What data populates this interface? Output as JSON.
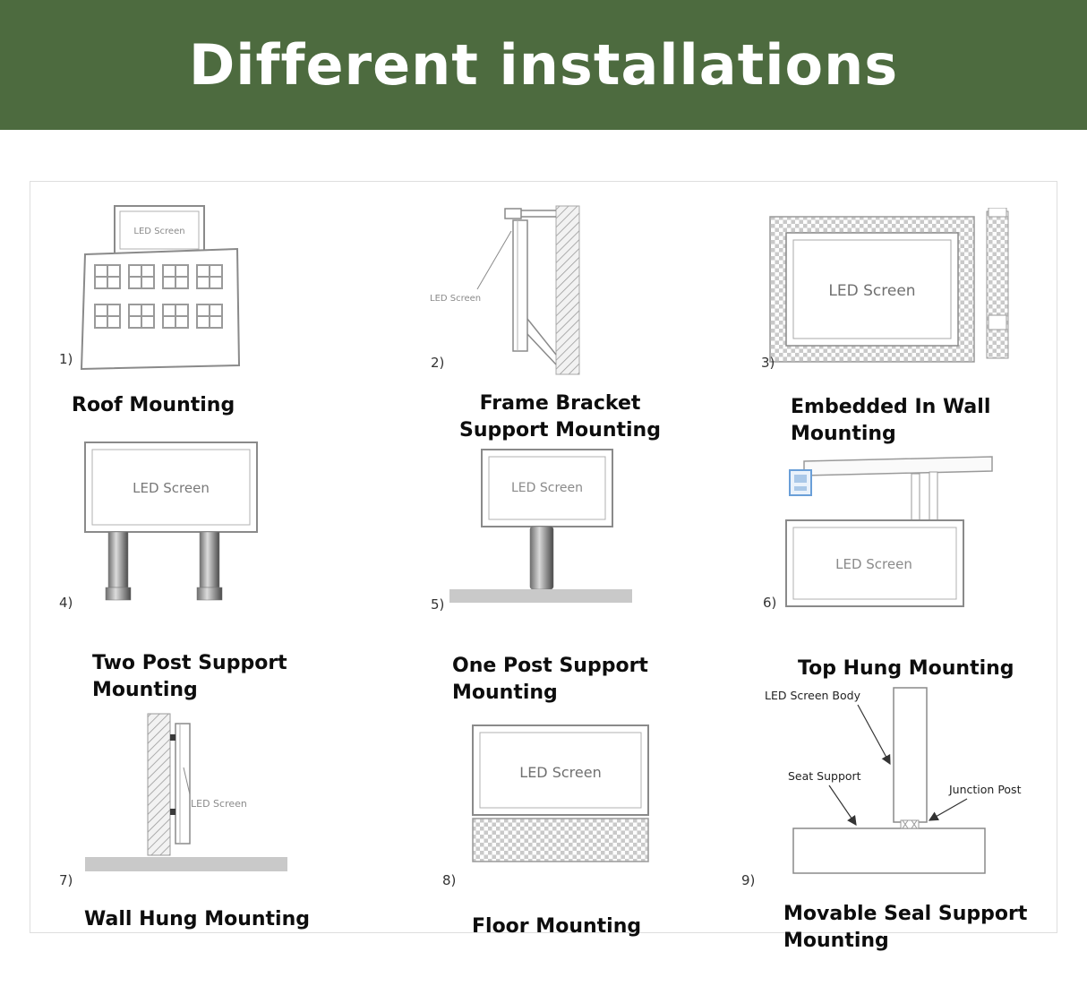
{
  "header": {
    "title": "Different installations"
  },
  "colors": {
    "header_bg": "#4d6b3f",
    "header_text": "#ffffff",
    "diagram_stroke": "#8a8a8a",
    "label_text": "#0d0d0d"
  },
  "cells": [
    {
      "number": "1)",
      "label": "Roof Mounting",
      "screen_label": "LED Screen"
    },
    {
      "number": "2)",
      "label": "Frame Bracket Support Mounting",
      "screen_label": "LED Screen"
    },
    {
      "number": "3)",
      "label": "Embedded In Wall Mounting",
      "screen_label": "LED Screen"
    },
    {
      "number": "4)",
      "label": "Two Post Support Mounting",
      "screen_label": "LED Screen"
    },
    {
      "number": "5)",
      "label": "One Post Support Mounting",
      "screen_label": "LED Screen"
    },
    {
      "number": "6)",
      "label": "Top Hung Mounting",
      "screen_label": "LED Screen"
    },
    {
      "number": "7)",
      "label": "Wall Hung Mounting",
      "screen_label": "LED Screen"
    },
    {
      "number": "8)",
      "label": "Floor Mounting",
      "screen_label": "LED Screen"
    },
    {
      "number": "9)",
      "label": "Movable Seal Support Mounting",
      "annotations": {
        "screen_body": "LED Screen Body",
        "seat_support": "Seat Support",
        "junction_post": "Junction Post"
      }
    }
  ]
}
